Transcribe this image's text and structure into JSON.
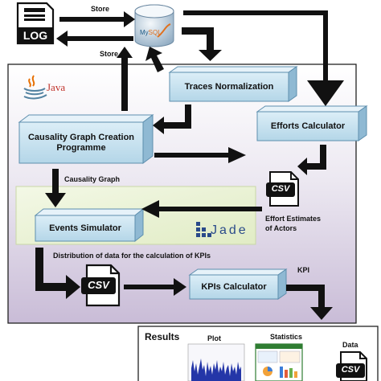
{
  "log_label": "LOG",
  "store_top": "Store",
  "store_mid": "Store",
  "db_label_a": "My",
  "db_label_b": "SQL",
  "java_label": "Java",
  "traces_normalization": "Traces Normalization",
  "efforts_calculator": "Efforts Calculator",
  "causality_box_line1": "Causality Graph Creation",
  "causality_box_line2": "Programme",
  "causality_graph_label": "Causality Graph",
  "csv_top": "CSV",
  "effort_estimates_line1": "Effort Estimates",
  "effort_estimates_line2": "of Actors",
  "events_simulator": "Events Simulator",
  "jade_label": "Jade",
  "distribution_label": "Distribution of data for the calculation of KPIs",
  "csv_mid": "CSV",
  "kpis_calculator": "KPIs Calculator",
  "kpi_label": "KPI",
  "results_title": "Results",
  "plot_label": "Plot",
  "statistics_label": "Statistics",
  "data_label": "Data",
  "csv_bottom": "CSV"
}
